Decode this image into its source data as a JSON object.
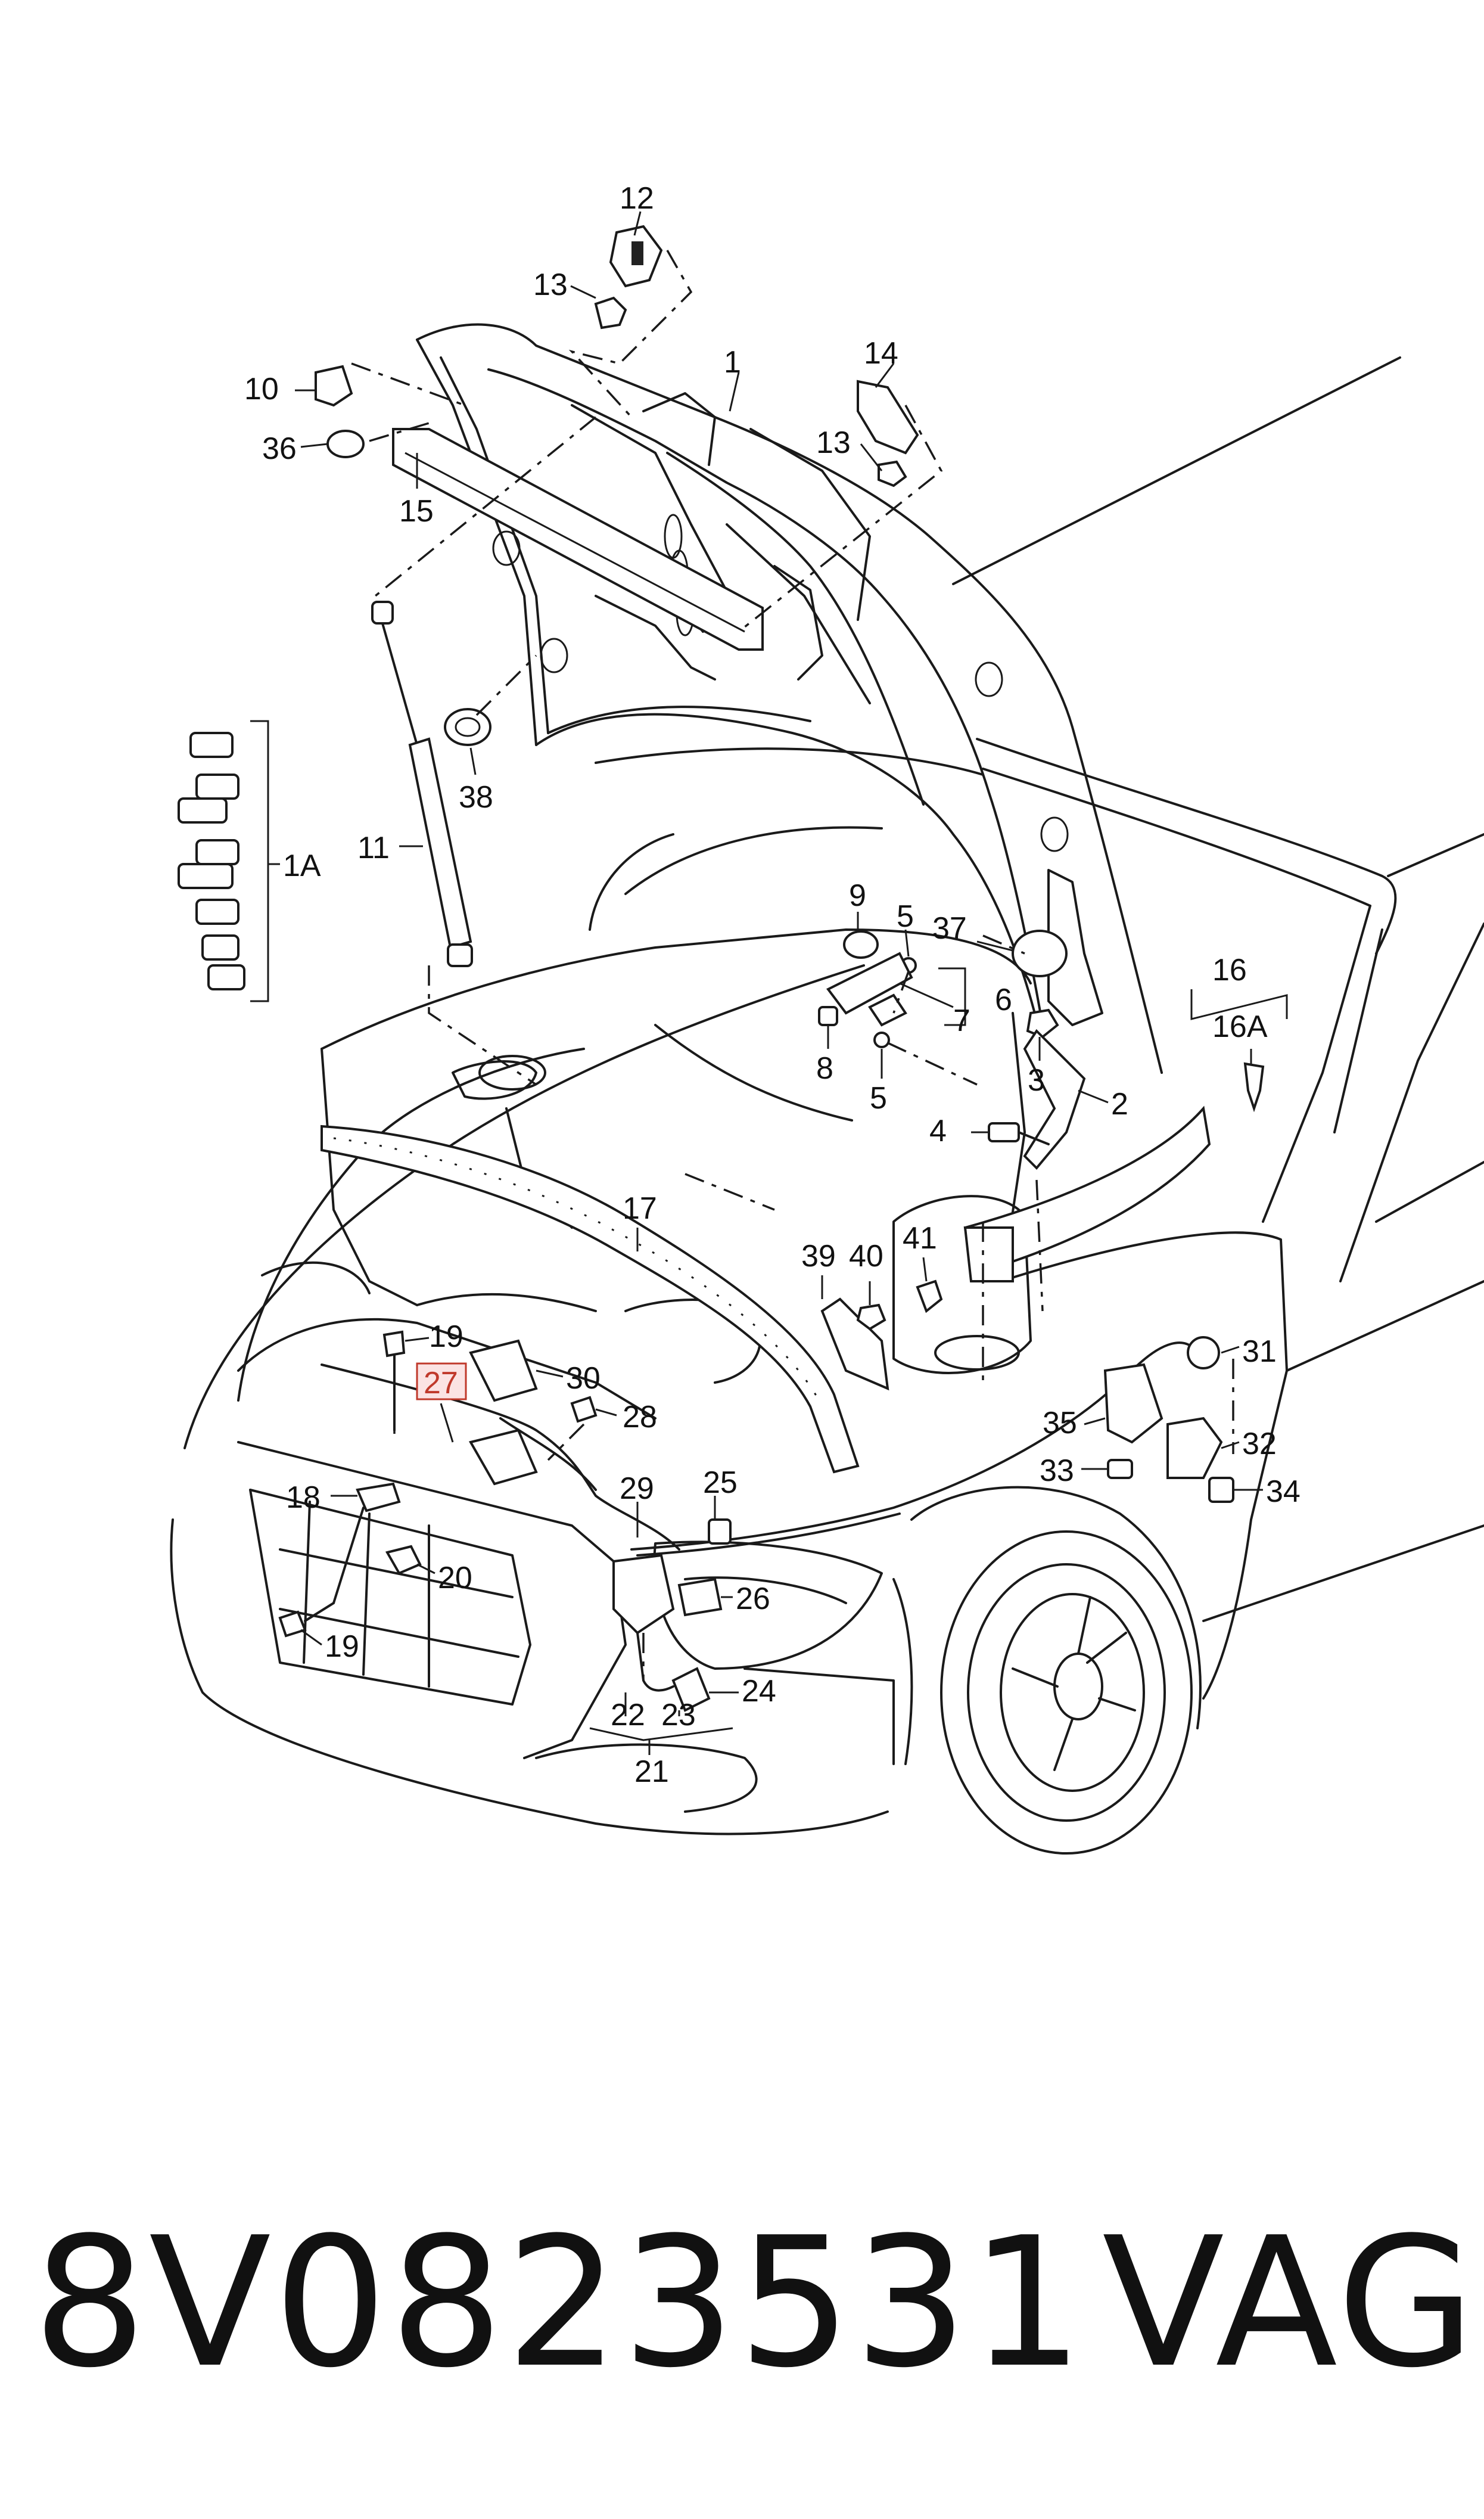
{
  "callouts": [
    {
      "id": "c12",
      "text": "12"
    },
    {
      "id": "c13a",
      "text": "13"
    },
    {
      "id": "c1",
      "text": "1"
    },
    {
      "id": "c14",
      "text": "14"
    },
    {
      "id": "c13b",
      "text": "13"
    },
    {
      "id": "c10",
      "text": "10"
    },
    {
      "id": "c36",
      "text": "36"
    },
    {
      "id": "c15",
      "text": "15"
    },
    {
      "id": "c38",
      "text": "38"
    },
    {
      "id": "c11",
      "text": "11"
    },
    {
      "id": "c1A",
      "text": "1A"
    },
    {
      "id": "c9",
      "text": "9"
    },
    {
      "id": "c5a",
      "text": "5"
    },
    {
      "id": "c37",
      "text": "37"
    },
    {
      "id": "c6",
      "text": "6"
    },
    {
      "id": "c7",
      "text": "7"
    },
    {
      "id": "c8",
      "text": "8"
    },
    {
      "id": "c3",
      "text": "3"
    },
    {
      "id": "c5b",
      "text": "5"
    },
    {
      "id": "c2",
      "text": "2"
    },
    {
      "id": "c4",
      "text": "4"
    },
    {
      "id": "c16",
      "text": "16"
    },
    {
      "id": "c16A",
      "text": "16A"
    },
    {
      "id": "c17",
      "text": "17"
    },
    {
      "id": "c39",
      "text": "39"
    },
    {
      "id": "c40",
      "text": "40"
    },
    {
      "id": "c41",
      "text": "41"
    },
    {
      "id": "c19a",
      "text": "19"
    },
    {
      "id": "c27",
      "text": "27"
    },
    {
      "id": "c30",
      "text": "30"
    },
    {
      "id": "c28",
      "text": "28"
    },
    {
      "id": "c31",
      "text": "31"
    },
    {
      "id": "c35",
      "text": "35"
    },
    {
      "id": "c32",
      "text": "32"
    },
    {
      "id": "c33",
      "text": "33"
    },
    {
      "id": "c34",
      "text": "34"
    },
    {
      "id": "c29",
      "text": "29"
    },
    {
      "id": "c25",
      "text": "25"
    },
    {
      "id": "c18",
      "text": "18"
    },
    {
      "id": "c20",
      "text": "20"
    },
    {
      "id": "c26",
      "text": "26"
    },
    {
      "id": "c19b",
      "text": "19"
    },
    {
      "id": "c24",
      "text": "24"
    },
    {
      "id": "c22",
      "text": "22"
    },
    {
      "id": "c23",
      "text": "23"
    },
    {
      "id": "c21",
      "text": "21"
    }
  ],
  "highlighted_callout": "27",
  "highlight_color": "#c0392b",
  "footer": {
    "part_number": "8V0823531",
    "brand": "VAG"
  }
}
